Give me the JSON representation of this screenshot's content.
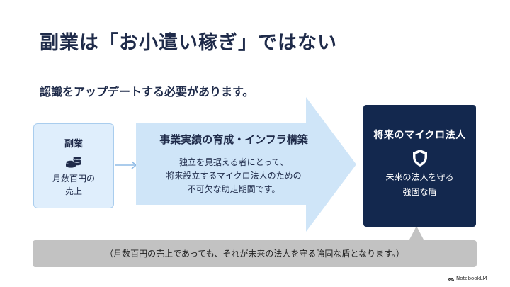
{
  "slide": {
    "title": "副業は「お小遣い稼ぎ」ではない",
    "subtitle": "認識をアップデートする必要があります。"
  },
  "left_box": {
    "label": "副業",
    "icon": "coins-icon",
    "text_line1": "月数百円の",
    "text_line2": "売上"
  },
  "arrow": {
    "title": "事業実績の育成・インフラ構築",
    "line1": "独立を見据える者にとって、",
    "line2": "将来設立するマイクロ法人のための",
    "line3": "不可欠な助走期間です。"
  },
  "right_box": {
    "label": "将来のマイクロ法人",
    "icon": "shield-icon",
    "text_line1": "未来の法人を守る",
    "text_line2": "強固な盾"
  },
  "footer": {
    "note": "（月数百円の売上であっても、それが未来の法人を守る強固な盾となります。）"
  },
  "branding": {
    "label": "NotebookLM"
  },
  "colors": {
    "navy": "#13284e",
    "light_blue_box": "#dfeefc",
    "arrow_blue": "#cfe5f8",
    "band_gray": "#c2c2c2"
  }
}
